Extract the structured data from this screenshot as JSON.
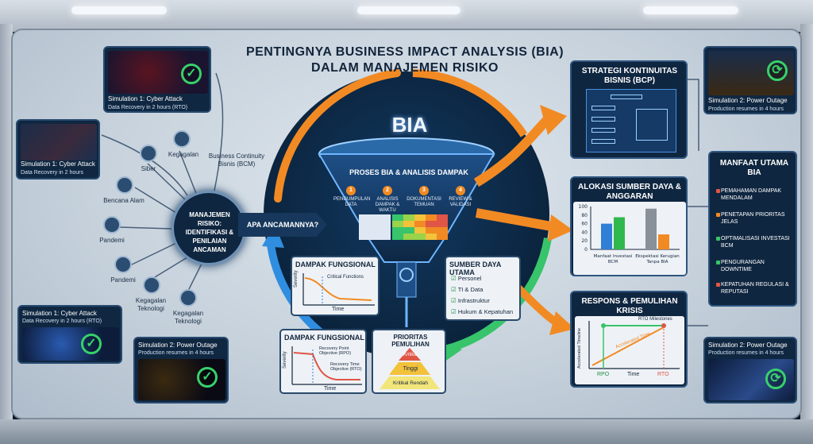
{
  "title_line1": "PENTINGNYA BUSINESS IMPACT ANALYSIS (BIA)",
  "title_line2": "DALAM MANAJEMEN RISIKO",
  "sim_cards": [
    {
      "title": "Simulation 1: Cyber Attack",
      "sub": "Data Recovery in 2 hours (RTO)"
    },
    {
      "title": "Simulation 1: Cyber Attack",
      "sub": "Data Recovery in 2 hours"
    },
    {
      "title": "Simulation 1: Cyber Attack",
      "sub": "Data Recovery in 2 hours (RTO)"
    },
    {
      "title": "Simulation 2: Power Outage",
      "sub": "Production resumes in 4 hours"
    },
    {
      "title": "Simulation 2: Power Outage",
      "sub": "Production resumes in 4 hours"
    },
    {
      "title": "Simulation 2: Power Outage",
      "sub": "Production resumes in 4 hours"
    }
  ],
  "threats": [
    "Siber",
    "Kegagalan",
    "Bencana Alam",
    "Pandemi",
    "Pandemi",
    "Kegagalan Teknologi",
    "Kegagalan Teknologi"
  ],
  "bcm_label": "Business Continuity Bisnis (BCM)",
  "hub": "MANAJEMEN RISIKO: IDENTIFIKASI & PENILAIAN ANCAMAN",
  "arrow_label": "APA ANCAMANNYA?",
  "bia": "BIA",
  "bia_process": "PROSES BIA & ANALISIS DAMPAK",
  "steps": [
    "PENGUMPULAN DATA",
    "ANALISIS DAMPAK & WAKTU",
    "DOKUMENTASI TEMUAN",
    "REVIEW & VALIDASI"
  ],
  "dampak1": {
    "title": "DAMPAK FUNGSIONAL",
    "ylabel": "Severity",
    "xlabel": "Time",
    "note": "Critical Functions"
  },
  "dampak2": {
    "title": "DAMPAK FUNGSIONAL",
    "ylabel": "Severity",
    "xlabel": "Time",
    "note_rpo": "Recovery Point Objective (RPO)",
    "note_rto": "Recovery Time Objective (RTO)"
  },
  "sumber": {
    "title": "SUMBER DAYA UTAMA",
    "items": [
      "Personel",
      "TI & Data",
      "Infrastruktur",
      "Hukum & Kepatuhan"
    ]
  },
  "prioritas": {
    "title": "PRIORITAS PEMULIHAN",
    "levels": [
      "Kritikal",
      "Tinggi",
      "Kritikal Rendah"
    ]
  },
  "bcp": {
    "title": "STRATEGI KONTINUITAS BISNIS (BCP)"
  },
  "alokasi": {
    "title": "ALOKASI SUMBER DAYA & ANGGARAN"
  },
  "respons": {
    "title": "RESPONS & PEMULIHAN KRISIS"
  },
  "benefits_title": "MANFAAT UTAMA BIA",
  "benefits": [
    {
      "text": "PEMAHAMAN DAMPAK MENDALAM",
      "color": "#e05545"
    },
    {
      "text": "PENETAPAN PRIORITAS JELAS",
      "color": "#f28a23"
    },
    {
      "text": "OPTIMALISASI INVESTASI BCM",
      "color": "#37c46a"
    },
    {
      "text": "PENGURANGAN DOWNTIME",
      "color": "#37c46a"
    },
    {
      "text": "KEPATUHAN REGULASI & REPUTASI",
      "color": "#e05545"
    }
  ],
  "chart_data": [
    {
      "type": "bar",
      "categories": [
        "Manfaat Investasi BCM",
        "Ekspektasi Kerugian Tanpa BIA"
      ],
      "series": [
        {
          "values": [
            60,
            95
          ]
        },
        {
          "values": [
            75,
            35
          ]
        }
      ],
      "ylim": [
        0,
        100
      ],
      "yticks": [
        0,
        20,
        40,
        60,
        80,
        100
      ],
      "colors": [
        "#2f7fd6",
        "#2fb84e",
        "#8a9099",
        "#f28a23"
      ]
    },
    {
      "type": "line",
      "ylabel": "Accelerated Timeline",
      "xlabel": "Time",
      "categories": [
        "RPO",
        "RTO"
      ],
      "annotations": [
        "RTO Milestones",
        "Accelerated Time"
      ]
    }
  ]
}
